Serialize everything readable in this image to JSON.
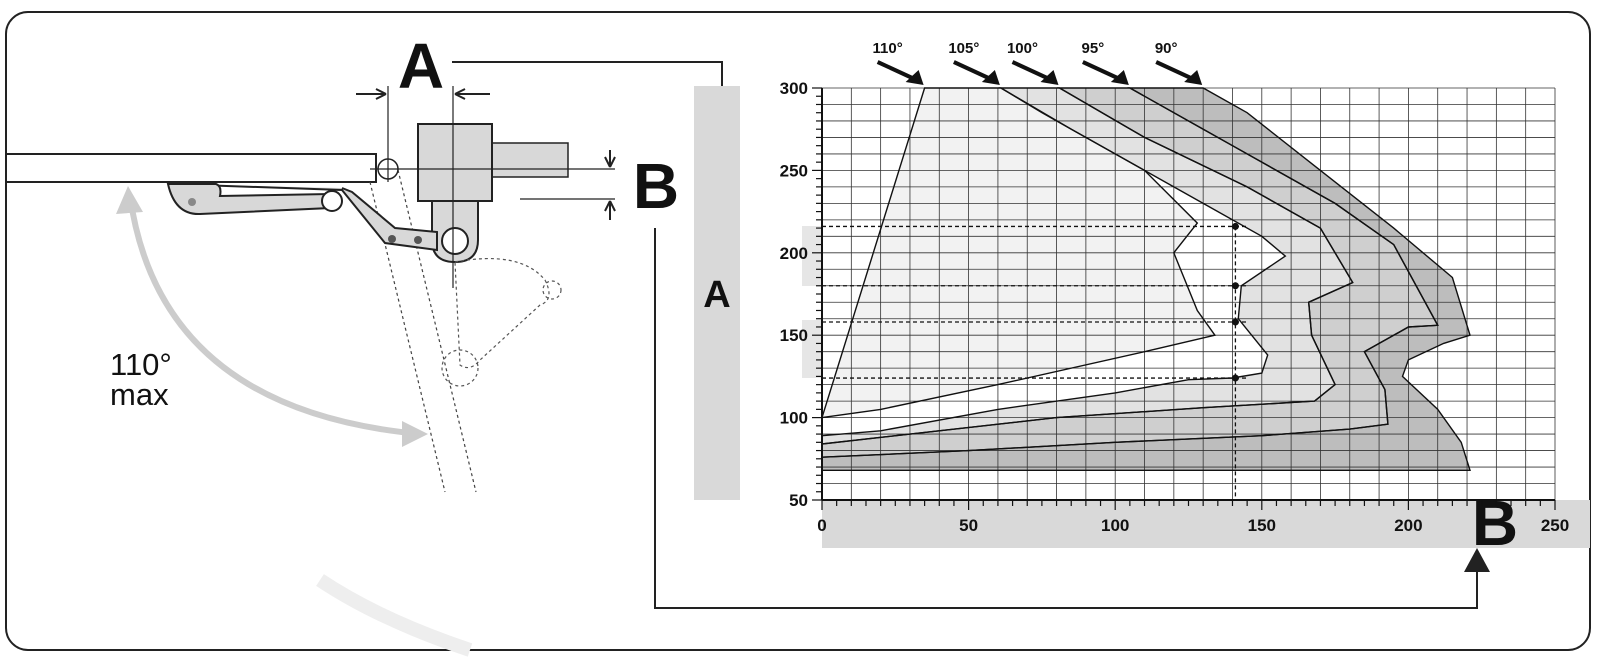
{
  "labels": {
    "dim_a": "A",
    "dim_b": "B",
    "arm_angle": "110°",
    "arm_angle_suffix": "max"
  },
  "chart_data": {
    "type": "area",
    "xlabel": "B",
    "ylabel": "A",
    "xlim": [
      0,
      250
    ],
    "ylim": [
      50,
      300
    ],
    "x_ticks": [
      "0",
      "50",
      "100",
      "150",
      "200",
      "250"
    ],
    "y_ticks": [
      "50",
      "100",
      "150",
      "200",
      "250",
      "300"
    ],
    "grid": true,
    "series": [
      {
        "name": "110°",
        "color": "#f2f2f2",
        "points": [
          [
            0,
            100
          ],
          [
            35,
            300
          ],
          [
            61,
            300
          ],
          [
            85,
            275
          ],
          [
            110,
            250
          ],
          [
            128,
            218
          ],
          [
            120,
            200
          ],
          [
            128,
            165
          ],
          [
            134,
            150
          ],
          [
            110,
            140
          ],
          [
            60,
            120
          ],
          [
            20,
            105
          ],
          [
            0,
            100
          ]
        ]
      },
      {
        "name": "105°",
        "color": "#e2e2e2",
        "points": [
          [
            0,
            89
          ],
          [
            20,
            92
          ],
          [
            60,
            105
          ],
          [
            100,
            115
          ],
          [
            125,
            123
          ],
          [
            140,
            124
          ],
          [
            150,
            127
          ],
          [
            152,
            138
          ],
          [
            142,
            160
          ],
          [
            143,
            180
          ],
          [
            158,
            198
          ],
          [
            150,
            210
          ],
          [
            130,
            230
          ],
          [
            100,
            260
          ],
          [
            75,
            285
          ],
          [
            61,
            300
          ],
          [
            81,
            300
          ],
          [
            110,
            270
          ],
          [
            145,
            240
          ],
          [
            170,
            215
          ],
          [
            181,
            182
          ],
          [
            166,
            170
          ],
          [
            167,
            150
          ],
          [
            175,
            120
          ],
          [
            168,
            110
          ],
          [
            130,
            106
          ],
          [
            80,
            100
          ],
          [
            0,
            84
          ],
          [
            0,
            89
          ]
        ]
      },
      {
        "name": "100°",
        "color": "#cfcfcf",
        "points": [
          [
            0,
            84
          ],
          [
            80,
            100
          ],
          [
            130,
            106
          ],
          [
            168,
            110
          ],
          [
            175,
            120
          ],
          [
            167,
            150
          ],
          [
            166,
            170
          ],
          [
            181,
            182
          ],
          [
            170,
            215
          ],
          [
            145,
            240
          ],
          [
            110,
            270
          ],
          [
            81,
            300
          ],
          [
            105,
            300
          ],
          [
            140,
            265
          ],
          [
            175,
            230
          ],
          [
            195,
            205
          ],
          [
            210,
            156
          ],
          [
            200,
            155
          ],
          [
            185,
            140
          ],
          [
            192,
            117
          ],
          [
            193,
            96
          ],
          [
            180,
            93
          ],
          [
            150,
            89
          ],
          [
            100,
            85
          ],
          [
            50,
            80
          ],
          [
            0,
            76
          ],
          [
            0,
            84
          ]
        ]
      },
      {
        "name": "95°",
        "color": "#bdbdbd",
        "points": [
          [
            0,
            76
          ],
          [
            50,
            80
          ],
          [
            100,
            85
          ],
          [
            150,
            89
          ],
          [
            180,
            93
          ],
          [
            193,
            96
          ],
          [
            192,
            117
          ],
          [
            185,
            140
          ],
          [
            200,
            155
          ],
          [
            210,
            156
          ],
          [
            195,
            205
          ],
          [
            175,
            230
          ],
          [
            140,
            265
          ],
          [
            105,
            300
          ],
          [
            130,
            300
          ],
          [
            145,
            285
          ],
          [
            170,
            250
          ],
          [
            195,
            215
          ],
          [
            215,
            185
          ],
          [
            221,
            150
          ],
          [
            212,
            145
          ],
          [
            200,
            135
          ],
          [
            198,
            125
          ],
          [
            210,
            105
          ],
          [
            218,
            85
          ],
          [
            221,
            68
          ],
          [
            180,
            68
          ],
          [
            100,
            68
          ],
          [
            0,
            68
          ],
          [
            0,
            76
          ]
        ]
      }
    ],
    "angle_markers": [
      "110°",
      "105°",
      "100°",
      "95°",
      "90°"
    ],
    "reference_points": [
      [
        141,
        216
      ],
      [
        141,
        180
      ],
      [
        141,
        158
      ],
      [
        141,
        124
      ]
    ]
  }
}
